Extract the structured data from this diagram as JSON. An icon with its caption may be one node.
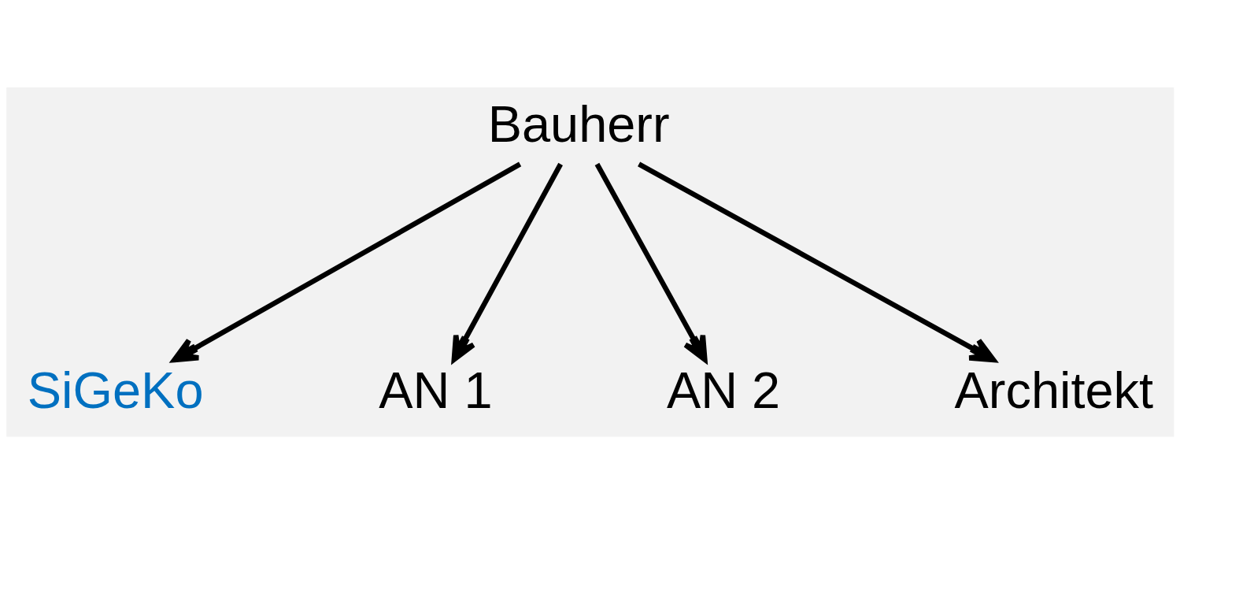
{
  "diagram": {
    "nodes": [
      {
        "text": [
          "Bauherr"
        ]
      },
      {
        "text": [
          "SiGeKo"
        ]
      },
      {
        "text": [
          "AN 1"
        ]
      },
      {
        "text": [
          "AN 2"
        ]
      },
      {
        "text": [
          "Architekt"
        ]
      }
    ],
    "edges": [
      {
        "from": 0,
        "to": 1,
        "arrow": "to"
      },
      {
        "from": 0,
        "to": 2,
        "arrow": "to"
      },
      {
        "from": 0,
        "to": 3,
        "arrow": "to"
      },
      {
        "from": 0,
        "to": 4,
        "arrow": "to"
      }
    ]
  }
}
